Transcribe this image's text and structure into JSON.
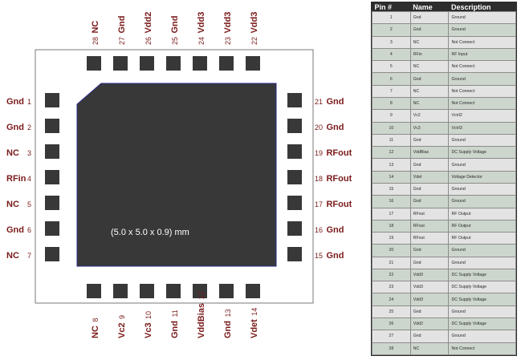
{
  "package": {
    "dimensions_label": "(5.0 x 5.0 x 0.9) mm"
  },
  "pins_top": [
    {
      "num": "28",
      "name": "NC"
    },
    {
      "num": "27",
      "name": "Gnd"
    },
    {
      "num": "26",
      "name": "Vdd2"
    },
    {
      "num": "25",
      "name": "Gnd"
    },
    {
      "num": "24",
      "name": "Vdd3"
    },
    {
      "num": "23",
      "name": "Vdd3"
    },
    {
      "num": "22",
      "name": "Vdd3"
    }
  ],
  "pins_left": [
    {
      "num": "1",
      "name": "Gnd"
    },
    {
      "num": "2",
      "name": "Gnd"
    },
    {
      "num": "3",
      "name": "NC"
    },
    {
      "num": "4",
      "name": "RFin"
    },
    {
      "num": "5",
      "name": "NC"
    },
    {
      "num": "6",
      "name": "Gnd"
    },
    {
      "num": "7",
      "name": "NC"
    }
  ],
  "pins_right": [
    {
      "num": "21",
      "name": "Gnd"
    },
    {
      "num": "20",
      "name": "Gnd"
    },
    {
      "num": "19",
      "name": "RFout"
    },
    {
      "num": "18",
      "name": "RFout"
    },
    {
      "num": "17",
      "name": "RFout"
    },
    {
      "num": "16",
      "name": "Gnd"
    },
    {
      "num": "15",
      "name": "Gnd"
    }
  ],
  "pins_bottom": [
    {
      "num": "8",
      "name": "NC"
    },
    {
      "num": "9",
      "name": "Vc2"
    },
    {
      "num": "10",
      "name": "Vc3"
    },
    {
      "num": "11",
      "name": "Gnd"
    },
    {
      "num": "12",
      "name": "VddBias"
    },
    {
      "num": "13",
      "name": "Gnd"
    },
    {
      "num": "14",
      "name": "Vdet"
    }
  ],
  "pin_table": {
    "headers": [
      "Pin #",
      "Name",
      "Description"
    ],
    "rows": [
      [
        "1",
        "Gnd",
        "Ground"
      ],
      [
        "2",
        "Gnd",
        "Ground"
      ],
      [
        "3",
        "NC",
        "Not Connect"
      ],
      [
        "4",
        "RFin",
        "RF Input"
      ],
      [
        "5",
        "NC",
        "Not Connect"
      ],
      [
        "6",
        "Gnd",
        "Ground"
      ],
      [
        "7",
        "NC",
        "Not Connect"
      ],
      [
        "8",
        "NC",
        "Not Connect"
      ],
      [
        "9",
        "Vc2",
        "Vctrl2"
      ],
      [
        "10",
        "Vc3",
        "Vctrl3"
      ],
      [
        "11",
        "Gnd",
        "Ground"
      ],
      [
        "12",
        "VddBias",
        "DC Supply Voltage"
      ],
      [
        "13",
        "Gnd",
        "Ground"
      ],
      [
        "14",
        "Vdet",
        "Voltage Detector"
      ],
      [
        "15",
        "Gnd",
        "Ground"
      ],
      [
        "16",
        "Gnd",
        "Ground"
      ],
      [
        "17",
        "RFout",
        "RF Output"
      ],
      [
        "18",
        "RFout",
        "RF Output"
      ],
      [
        "19",
        "RFout",
        "RF Output"
      ],
      [
        "20",
        "Gnd",
        "Ground"
      ],
      [
        "21",
        "Gnd",
        "Ground"
      ],
      [
        "22",
        "Vdd3",
        "DC Supply Voltage"
      ],
      [
        "23",
        "Vdd3",
        "DC Supply Voltage"
      ],
      [
        "24",
        "Vdd3",
        "DC Supply Voltage"
      ],
      [
        "25",
        "Gnd",
        "Ground"
      ],
      [
        "26",
        "Vdd2",
        "DC Supply Voltage"
      ],
      [
        "27",
        "Gnd",
        "Ground"
      ],
      [
        "28",
        "NC",
        "Not Connect"
      ]
    ]
  }
}
